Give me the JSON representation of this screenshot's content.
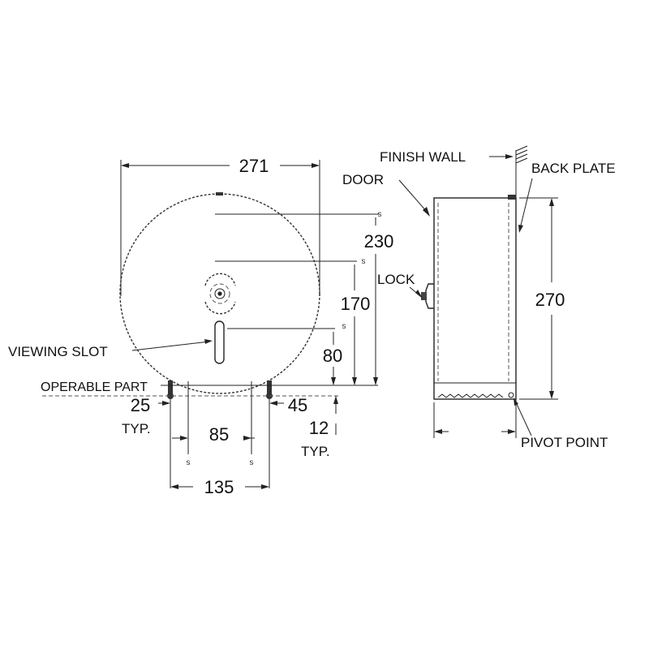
{
  "labels": {
    "finish_wall": "FINISH WALL",
    "door": "DOOR",
    "back_plate": "BACK PLATE",
    "lock": "LOCK",
    "viewing_slot": "VIEWING SLOT",
    "operable_part": "OPERABLE PART",
    "pivot_point": "PIVOT POINT",
    "typ_left": "TYP.",
    "typ_right": "TYP."
  },
  "dimensions": {
    "width": "271",
    "h230": "230",
    "h170": "170",
    "h80": "80",
    "d25": "25",
    "d45": "45",
    "d85": "85",
    "d12": "12",
    "d135": "135",
    "h270": "270"
  },
  "symbols": {
    "s_mark": "s"
  }
}
